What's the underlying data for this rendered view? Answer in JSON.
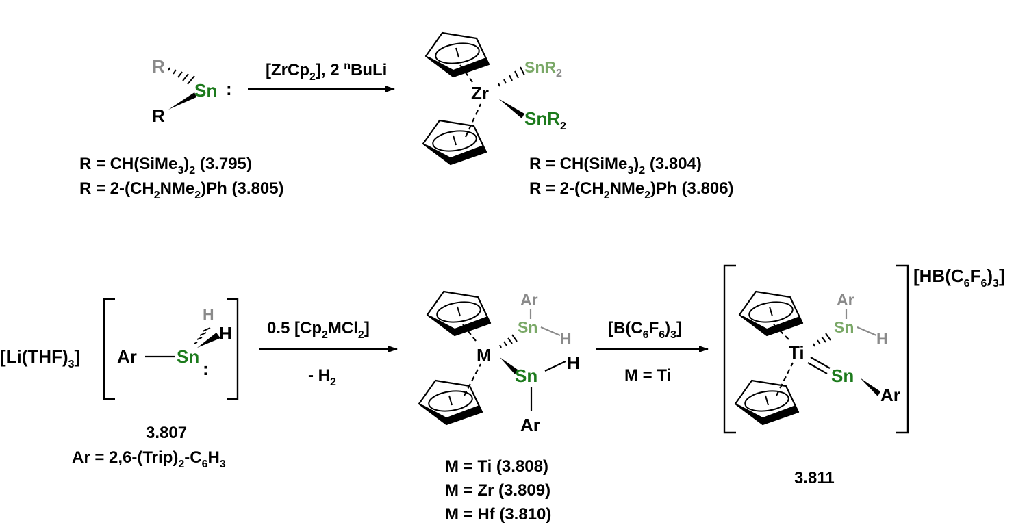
{
  "reaction1": {
    "reagent_label": "[ZrCp",
    "reagent_sub": "2",
    "reagent_tail": "], 2 ",
    "reagent_sup": "n",
    "reagent_end": "BuLi",
    "reactant": {
      "R_top": "R",
      "R_bottom": "R",
      "Sn": "Sn",
      "lone_pair": ":",
      "labels": [
        {
          "pre": "R = CH(SiMe",
          "sub": "3",
          "post": ")",
          "sub2": "2",
          "tail": " (3.795)"
        },
        {
          "pre": "R = 2-(CH",
          "sub": "2",
          "post": "NMe",
          "sub2": "2",
          "tail": ")Ph (3.805)"
        }
      ]
    },
    "product": {
      "Zr": "Zr",
      "SnR2_top": "SnR",
      "SnR2_top_sub": "2",
      "SnR2_bottom": "SnR",
      "SnR2_bottom_sub": "2",
      "labels": [
        {
          "pre": "R = CH(SiMe",
          "sub": "3",
          "post": ")",
          "sub2": "2",
          "tail": " (3.804)"
        },
        {
          "pre": "R = 2-(CH",
          "sub": "2",
          "post": "NMe",
          "sub2": "2",
          "tail": ")Ph (3.806)"
        }
      ]
    }
  },
  "reaction2": {
    "counterion": "[Li(THF)",
    "counterion_sub": "3",
    "counterion_end": "]",
    "reactant": {
      "Ar": "Ar",
      "Sn": "Sn",
      "H_gray": "H",
      "H_black": "H",
      "lone_pair": ":",
      "id": "3.807",
      "ar_def_pre": "Ar = 2,6-(Trip)",
      "ar_def_sub": "2",
      "ar_def_mid": "-C",
      "ar_def_sub2": "6",
      "ar_def_mid2": "H",
      "ar_def_sub3": "3"
    },
    "arrow1_top_pre": "0.5 [Cp",
    "arrow1_top_sub": "2",
    "arrow1_top_mid": "MCl",
    "arrow1_top_sub2": "2",
    "arrow1_top_end": "]",
    "arrow1_bottom_pre": "- H",
    "arrow1_bottom_sub": "2",
    "intermediate": {
      "M": "M",
      "Ar_top": "Ar",
      "Sn_top": "Sn",
      "H_top": "H",
      "Sn_bottom": "Sn",
      "H_bottom": "H",
      "Ar_bottom": "Ar",
      "labels": [
        "M = Ti (3.808)",
        "M = Zr (3.809)",
        "M = Hf (3.810)"
      ]
    },
    "arrow2_top_pre": "[B(C",
    "arrow2_top_sub": "6",
    "arrow2_top_mid": "F",
    "arrow2_top_sub2": "6",
    "arrow2_top_end": ")",
    "arrow2_top_sub3": "3",
    "arrow2_top_close": "]",
    "arrow2_bottom": "M = Ti",
    "product": {
      "Ti": "Ti",
      "Ar_top": "Ar",
      "Sn_top": "Sn",
      "H_top": "H",
      "Sn_bottom": "Sn",
      "Ar_bottom": "Ar",
      "anion_pre": "[HB(C",
      "anion_sub": "6",
      "anion_mid": "F",
      "anion_sub2": "6",
      "anion_end": ")",
      "anion_sub3": "3",
      "anion_close": "]",
      "id": "3.811"
    }
  },
  "colors": {
    "sn_green": "#1c7a1c",
    "sn_light_green": "#7aa867",
    "gray": "#8a8a8a"
  }
}
